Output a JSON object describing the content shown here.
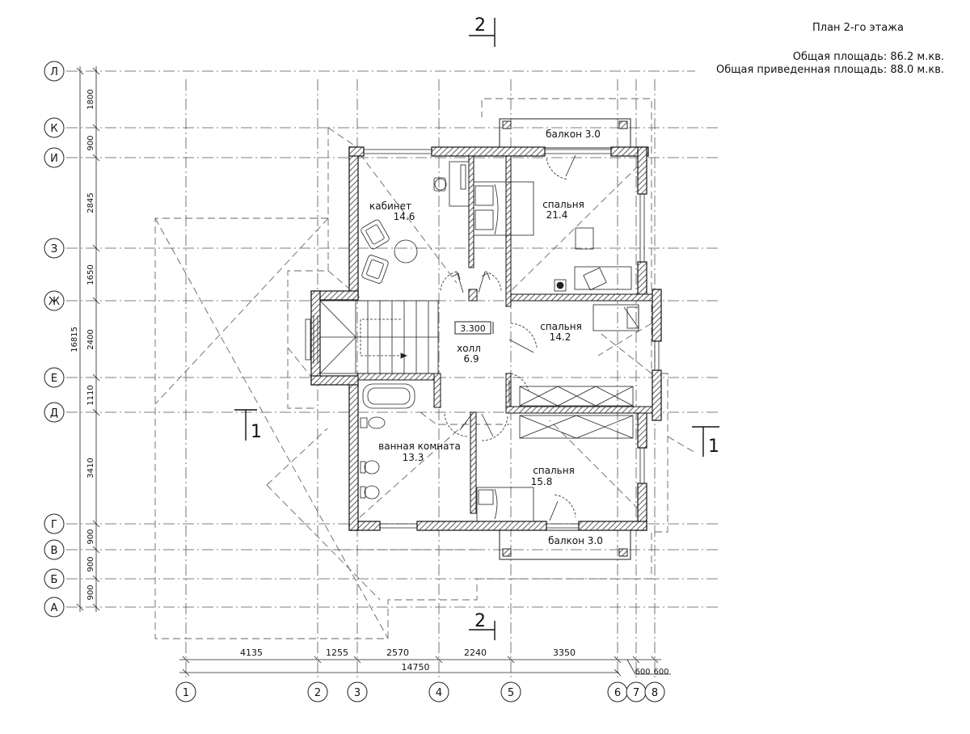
{
  "header": {
    "title": "План 2-го этажа",
    "area_total": "Общая площадь: 86.2 м.кв.",
    "area_reduced": "Общая приведенная площадь: 88.0 м.кв."
  },
  "axes": {
    "rows": [
      "Л",
      "К",
      "И",
      "З",
      "Ж",
      "Е",
      "Д",
      "Г",
      "В",
      "Б",
      "А"
    ],
    "cols": [
      "1",
      "2",
      "3",
      "4",
      "5",
      "6",
      "7",
      "8"
    ]
  },
  "dimensions": {
    "vertical": [
      "1800",
      "900",
      "2845",
      "1650",
      "2400",
      "1110",
      "3410",
      "900",
      "900",
      "900"
    ],
    "vertical_total": "16815",
    "horizontal": [
      "4135",
      "1255",
      "2570",
      "2240",
      "3350"
    ],
    "horizontal_small": [
      "600",
      "600"
    ],
    "horizontal_total": "14750"
  },
  "sections": {
    "s2": "2",
    "s1": "1"
  },
  "level_mark": "3.300",
  "rooms": [
    {
      "name": "кабинет",
      "area": "14.6"
    },
    {
      "name": "спальня",
      "area": "21.4"
    },
    {
      "name": "холл",
      "area": "6.9"
    },
    {
      "name": "спальня",
      "area": "14.2"
    },
    {
      "name": "ванная комната",
      "area": "13.3"
    },
    {
      "name": "спальня",
      "area": "15.8"
    }
  ],
  "balconies": [
    "балкон 3.0",
    "балкон 3.0"
  ]
}
